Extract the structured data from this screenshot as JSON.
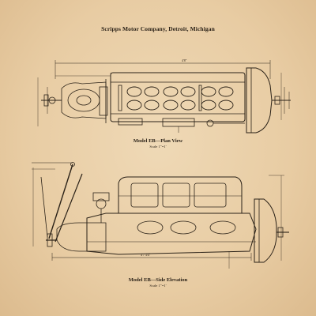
{
  "header": {
    "title": "Scripps Motor Company, Detroit, Michigan"
  },
  "plan": {
    "caption": "Model EB—Plan View",
    "scale": "Scale 1″=1′",
    "dim_overall": "4'8″"
  },
  "side": {
    "caption": "Model EB—Side Elevation",
    "scale": "Scale 1″=1′",
    "dim_overall": "4'7 3/4″"
  },
  "colors": {
    "paper": "#e9cfa9",
    "ink": "#2b2218"
  }
}
